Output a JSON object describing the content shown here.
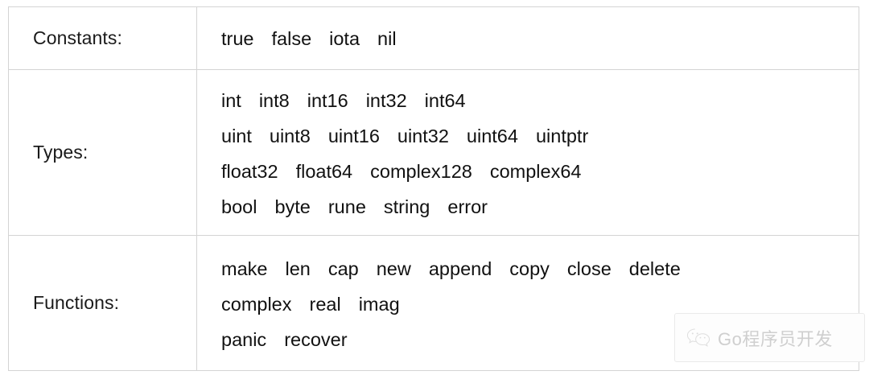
{
  "table": {
    "rows": [
      {
        "label": "Constants:",
        "name": "constants",
        "lines": [
          [
            "true",
            "false",
            "iota",
            "nil"
          ]
        ]
      },
      {
        "label": "Types:",
        "name": "types",
        "lines": [
          [
            "int",
            "int8",
            "int16",
            "int32",
            "int64"
          ],
          [
            "uint",
            "uint8",
            "uint16",
            "uint32",
            "uint64",
            "uintptr"
          ],
          [
            "float32",
            "float64",
            "complex128",
            "complex64"
          ],
          [
            "bool",
            "byte",
            "rune",
            "string",
            "error"
          ]
        ]
      },
      {
        "label": "Functions:",
        "name": "functions",
        "lines": [
          [
            "make",
            "len",
            "cap",
            "new",
            "append",
            "copy",
            "close",
            "delete"
          ],
          [
            "complex",
            "real",
            "imag"
          ],
          [
            "panic",
            "recover"
          ]
        ]
      }
    ]
  },
  "watermark": {
    "text": "Go程序员开发",
    "icon": "wechat-icon",
    "text_color": "#cfcfcf",
    "border_color": "#eaeaea"
  },
  "colors": {
    "border": "#d4d4d4",
    "text": "#1a1a1a",
    "background": "#ffffff"
  }
}
